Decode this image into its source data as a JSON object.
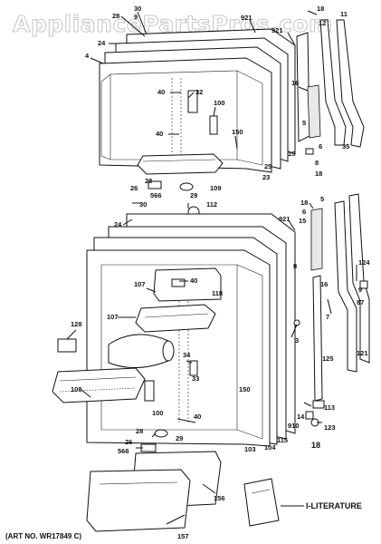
{
  "watermark": "AppliancePartsPros.com",
  "art_number": "(ART NO. WR17849 C)",
  "literature_label": "I-LITERATURE",
  "callouts": {
    "c18a": "18",
    "c30": "30",
    "c28a": "28",
    "c9": "9",
    "c921a": "921",
    "c11": "11",
    "c12": "12",
    "c24a": "24",
    "c4": "4",
    "c40a": "40",
    "c32": "32",
    "c100a": "100",
    "c40b": "40",
    "c150a": "150",
    "c16": "16",
    "c5a": "5",
    "c6a": "6",
    "c35": "35",
    "c15a": "15",
    "c8a": "8",
    "c18b": "18",
    "c25": "25",
    "c23": "23",
    "c109": "109",
    "c26a": "26",
    "c28b": "28",
    "c566a": "566",
    "c29a": "29",
    "c30b": "30",
    "c112": "112",
    "c18c": "18",
    "c5b": "5",
    "c6b": "6",
    "c921b": "921",
    "c15b": "15",
    "c24b": "24",
    "c8b": "8",
    "c40c": "40",
    "c118": "118",
    "c107a": "107",
    "c107b": "107",
    "c128": "128",
    "c124": "124",
    "c9b": "9",
    "c87": "87",
    "c7": "7",
    "c16b": "16",
    "c3": "3",
    "c121": "121",
    "c34": "34",
    "c33": "33",
    "c125": "125",
    "c108": "108",
    "c100b": "100",
    "c150b": "150",
    "c40d": "40",
    "c14": "14",
    "c113": "113",
    "c910": "910",
    "c123": "123",
    "c28c": "28",
    "c29b": "29",
    "c103": "103",
    "c104": "104",
    "c115": "115",
    "c18d": "18",
    "c26b": "26",
    "c566b": "566",
    "c156": "156",
    "c157": "157"
  }
}
